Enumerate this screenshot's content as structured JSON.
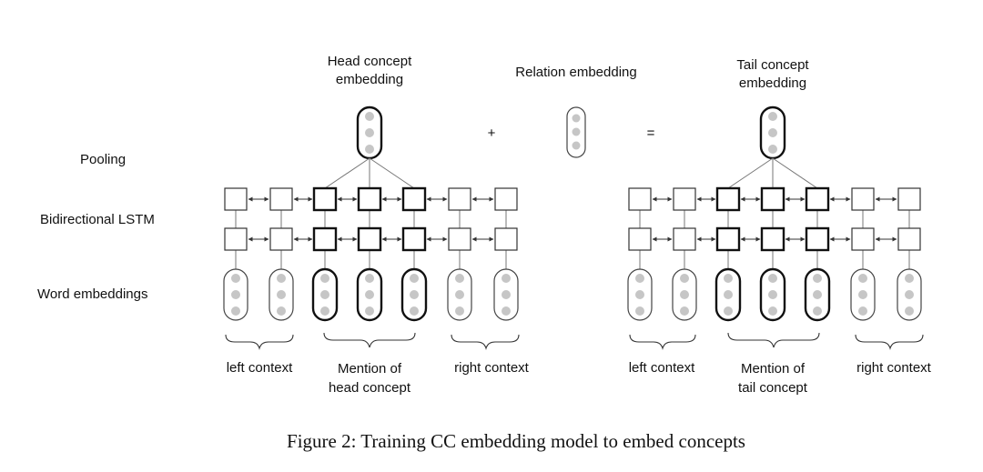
{
  "row_labels": {
    "pooling": "Pooling",
    "lstm": "Bidirectional LSTM",
    "word": "Word embeddings"
  },
  "top": {
    "head_line1": "Head concept",
    "head_line2": "embedding",
    "relation": "Relation embedding",
    "tail_line1": "Tail concept",
    "tail_line2": "embedding",
    "plus": "+",
    "equals": "="
  },
  "left_group": {
    "left_context": "left context",
    "mention_line1": "Mention of",
    "mention_line2": "head concept",
    "right_context": "right context"
  },
  "right_group": {
    "left_context": "left context",
    "mention_line1": "Mention of",
    "mention_line2": "tail concept",
    "right_context": "right context"
  },
  "caption": "Figure 2: Training CC embedding model to embed concepts",
  "structure": {
    "tokens_per_side": 7,
    "mention_token_indices": [
      2,
      3,
      4
    ]
  },
  "colors": {
    "line": "#333333",
    "dot": "#c6c6c6"
  }
}
